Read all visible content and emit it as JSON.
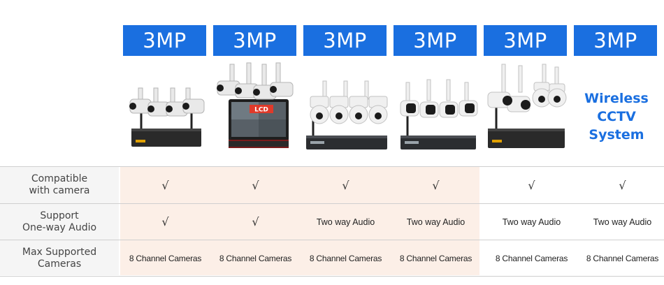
{
  "resolution_badges": [
    "3MP",
    "3MP",
    "3MP",
    "3MP",
    "3MP",
    "3MP"
  ],
  "products": [
    {
      "icon": "bullet-camera-kit-icon"
    },
    {
      "icon": "lcd-nvr-camera-kit-icon",
      "screen_label": "LCD"
    },
    {
      "icon": "ptz-dome-camera-kit-icon"
    },
    {
      "icon": "mini-bullet-camera-kit-icon"
    },
    {
      "icon": "mixed-camera-kit-icon"
    },
    {
      "icon": "none"
    }
  ],
  "wireless_text": {
    "line1": "Wireless",
    "line2": "CCTV",
    "line3": "System"
  },
  "colors": {
    "accent": "#1a6fe0",
    "highlight": "#fcefe7",
    "label_bg": "#f5f5f5"
  },
  "table": {
    "rows": [
      {
        "label_line1": "Compatible",
        "label_line2": "with camera",
        "cells": [
          "√",
          "√",
          "√",
          "√",
          "√",
          "√"
        ]
      },
      {
        "label_line1": "Support",
        "label_line2": "One-way Audio",
        "cells": [
          "√",
          "√",
          "Two way Audio",
          "Two way Audio",
          "Two way Audio",
          "Two way Audio"
        ]
      },
      {
        "label_line1": "Max Supported",
        "label_line2": "Cameras",
        "cells": [
          "8 Channel Cameras",
          "8 Channel Cameras",
          "8 Channel Cameras",
          "8 Channel Cameras",
          "8 Channel Cameras",
          "8 Channel Cameras"
        ]
      }
    ]
  }
}
